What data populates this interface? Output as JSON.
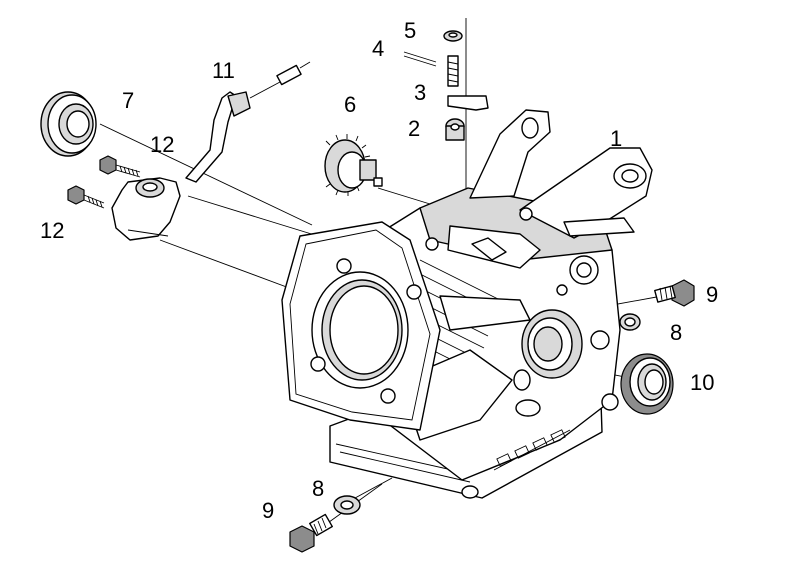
{
  "callouts": {
    "c1": "1",
    "c2": "2",
    "c3": "3",
    "c4": "4",
    "c5": "5",
    "c6": "6",
    "c7": "7",
    "c8a": "8",
    "c8b": "8",
    "c9a": "9",
    "c9b": "9",
    "c10": "10",
    "c11": "11",
    "c12a": "12",
    "c12b": "12"
  },
  "colors": {
    "ink": "#000000",
    "shade": "#d9d9d9",
    "dark": "#8c8c8c",
    "background": "#ffffff"
  }
}
